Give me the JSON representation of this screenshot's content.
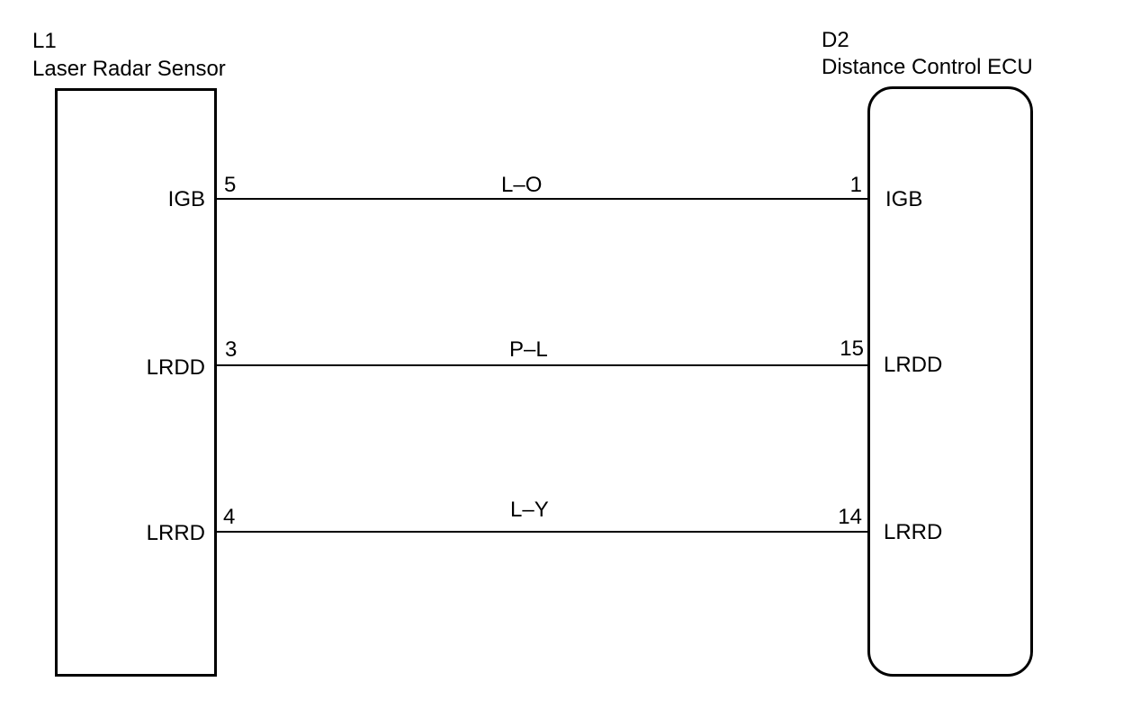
{
  "left_component": {
    "ref": "L1",
    "name": "Laser Radar Sensor"
  },
  "right_component": {
    "ref": "D2",
    "name": "Distance Control ECU"
  },
  "connections": [
    {
      "left_signal": "IGB",
      "left_pin": "5",
      "wire_color": "L–O",
      "right_pin": "1",
      "right_signal": "IGB"
    },
    {
      "left_signal": "LRDD",
      "left_pin": "3",
      "wire_color": "P–L",
      "right_pin": "15",
      "right_signal": "LRDD"
    },
    {
      "left_signal": "LRRD",
      "left_pin": "4",
      "wire_color": "L–Y",
      "right_pin": "14",
      "right_signal": "LRRD"
    }
  ]
}
